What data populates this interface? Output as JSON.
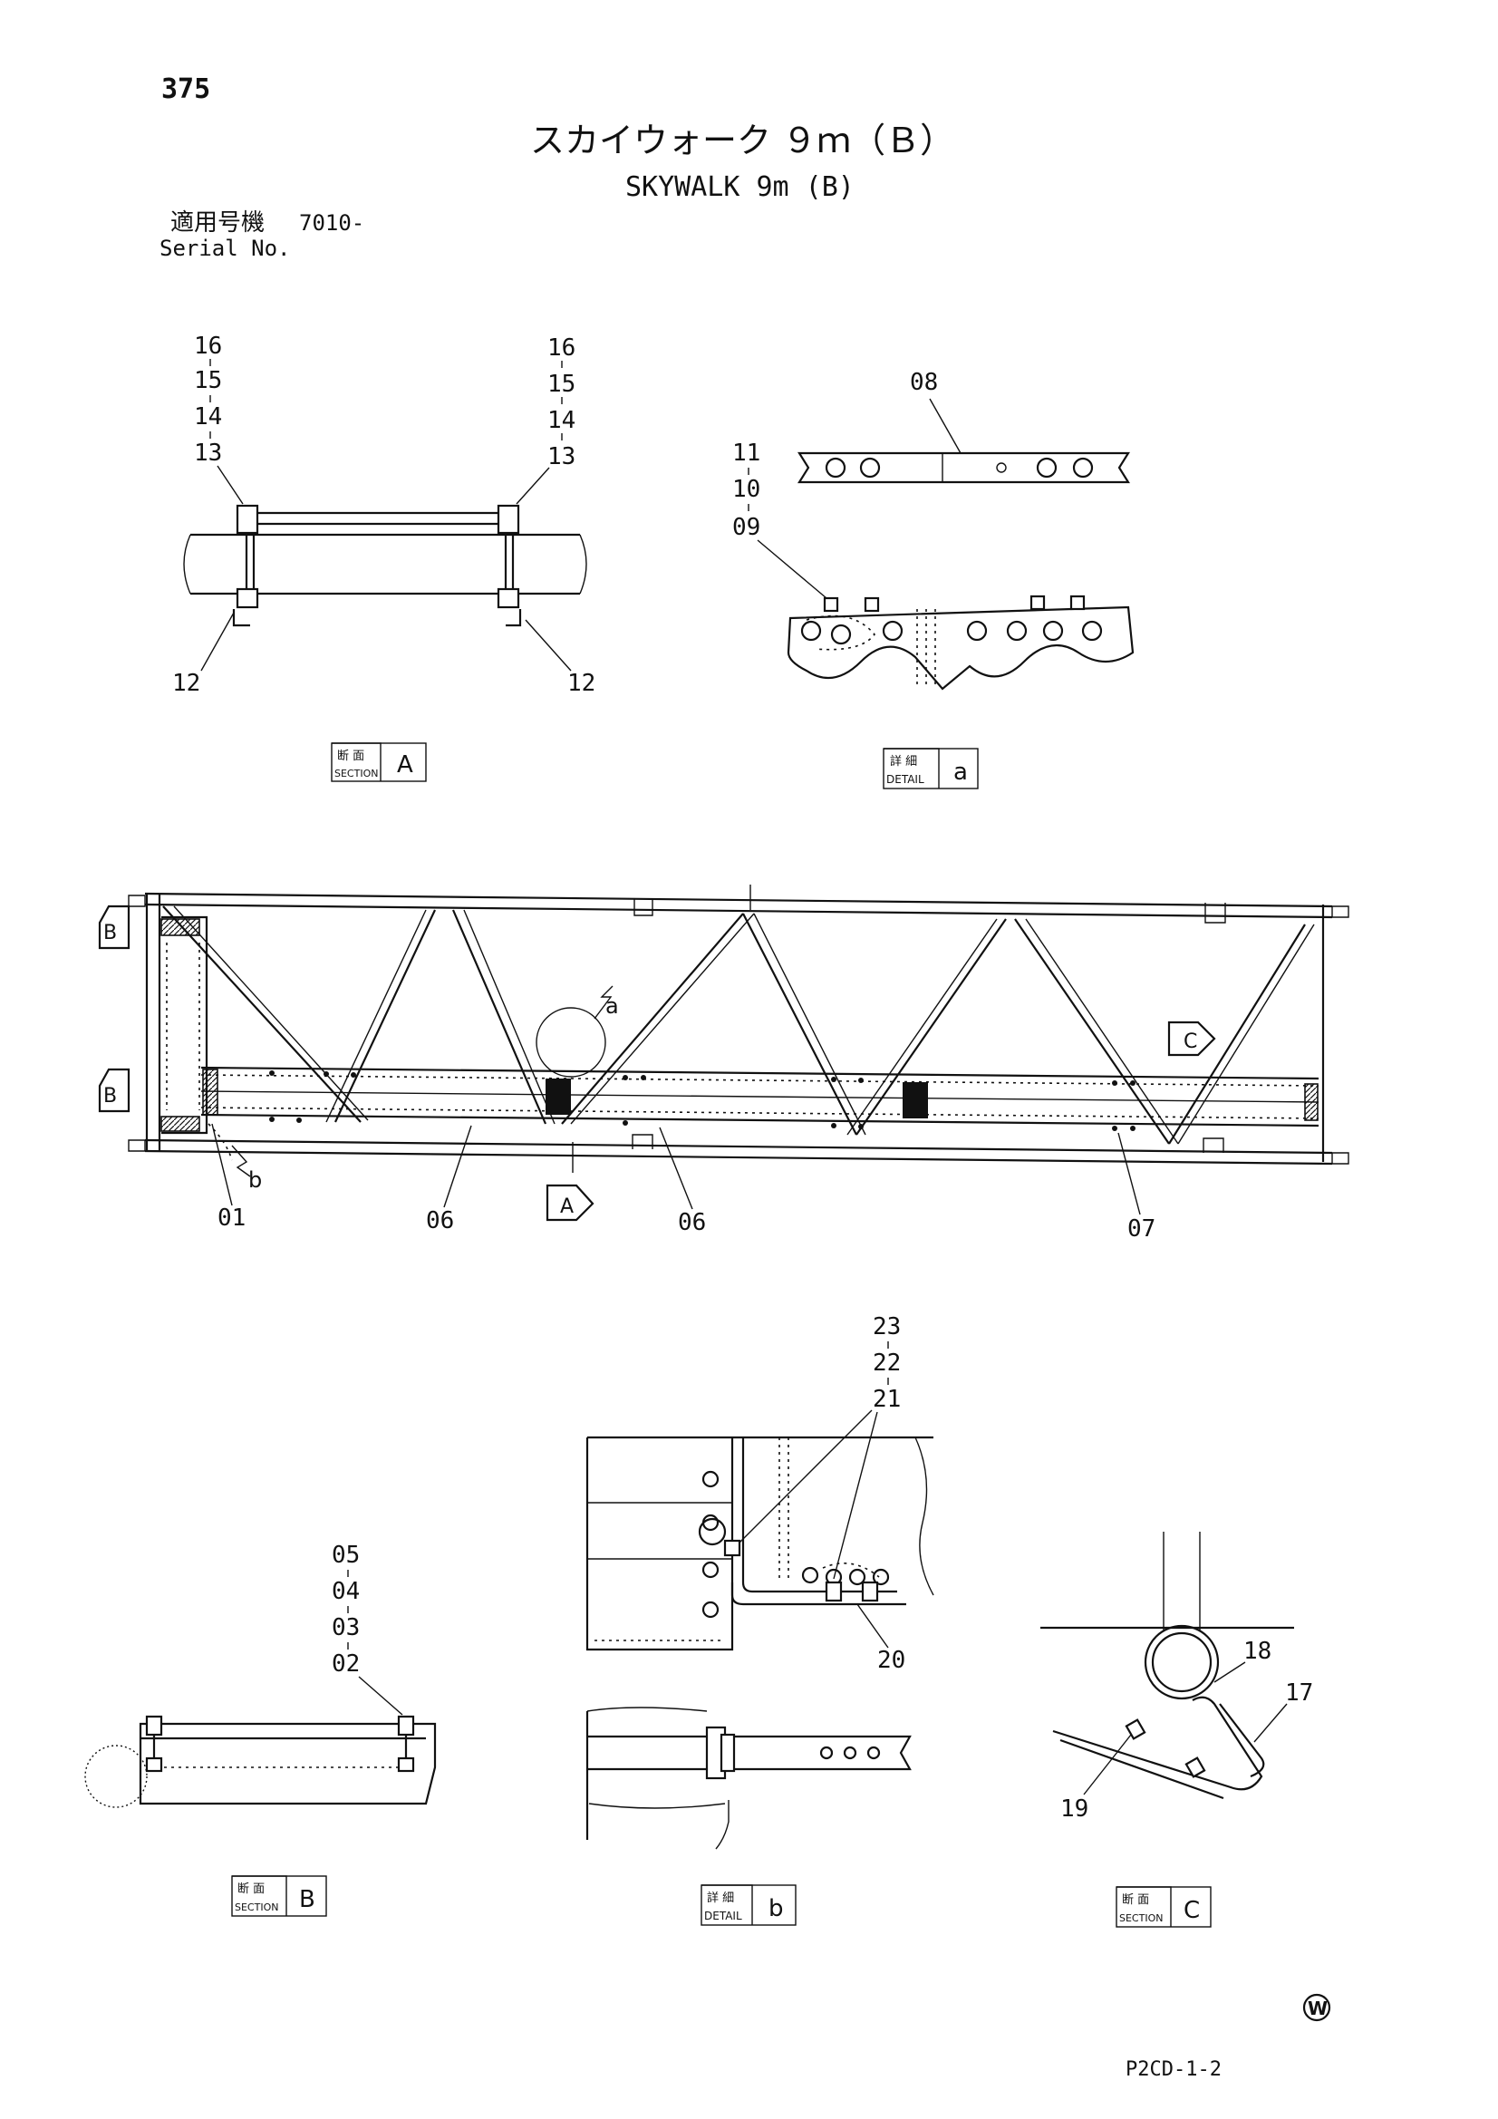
{
  "header": {
    "page_number": "375",
    "title_jp": "スカイウォーク ９ｍ（Ｂ）",
    "title_en": "SKYWALK 9m (B)",
    "serial_label_jp": "適用号機",
    "serial_value": "7010-",
    "serial_label_en": "Serial No."
  },
  "views": {
    "section_A": {
      "tag_top": "断 面",
      "tag_bottom": "SECTION",
      "letter": "A",
      "callouts": [
        "16",
        "15",
        "14",
        "13",
        "16",
        "15",
        "14",
        "13",
        "12",
        "12"
      ]
    },
    "detail_a": {
      "tag_top": "詳 細",
      "tag_bottom": "DETAIL",
      "letter": "a",
      "callouts": [
        "08",
        "11",
        "10",
        "09"
      ]
    },
    "main_view": {
      "callouts": [
        "01",
        "06",
        "06",
        "07"
      ],
      "markers": [
        "B",
        "B",
        "C",
        "A"
      ],
      "detail_refs": [
        "a",
        "b"
      ]
    },
    "section_B": {
      "tag_top": "断 面",
      "tag_bottom": "SECTION",
      "letter": "B",
      "callouts": [
        "05",
        "04",
        "03",
        "02"
      ]
    },
    "detail_b": {
      "tag_top": "詳 細",
      "tag_bottom": "DETAIL",
      "letter": "b",
      "callouts": [
        "23",
        "22",
        "21",
        "20"
      ]
    },
    "section_C": {
      "tag_top": "断 面",
      "tag_bottom": "SECTION",
      "letter": "C",
      "callouts": [
        "18",
        "17",
        "19"
      ]
    }
  },
  "footer": {
    "stamp": "W",
    "code": "P2CD-1-2"
  },
  "icons": [
    "section-marker-icon",
    "detail-marker-icon",
    "bolt-icon",
    "stamp-icon"
  ]
}
